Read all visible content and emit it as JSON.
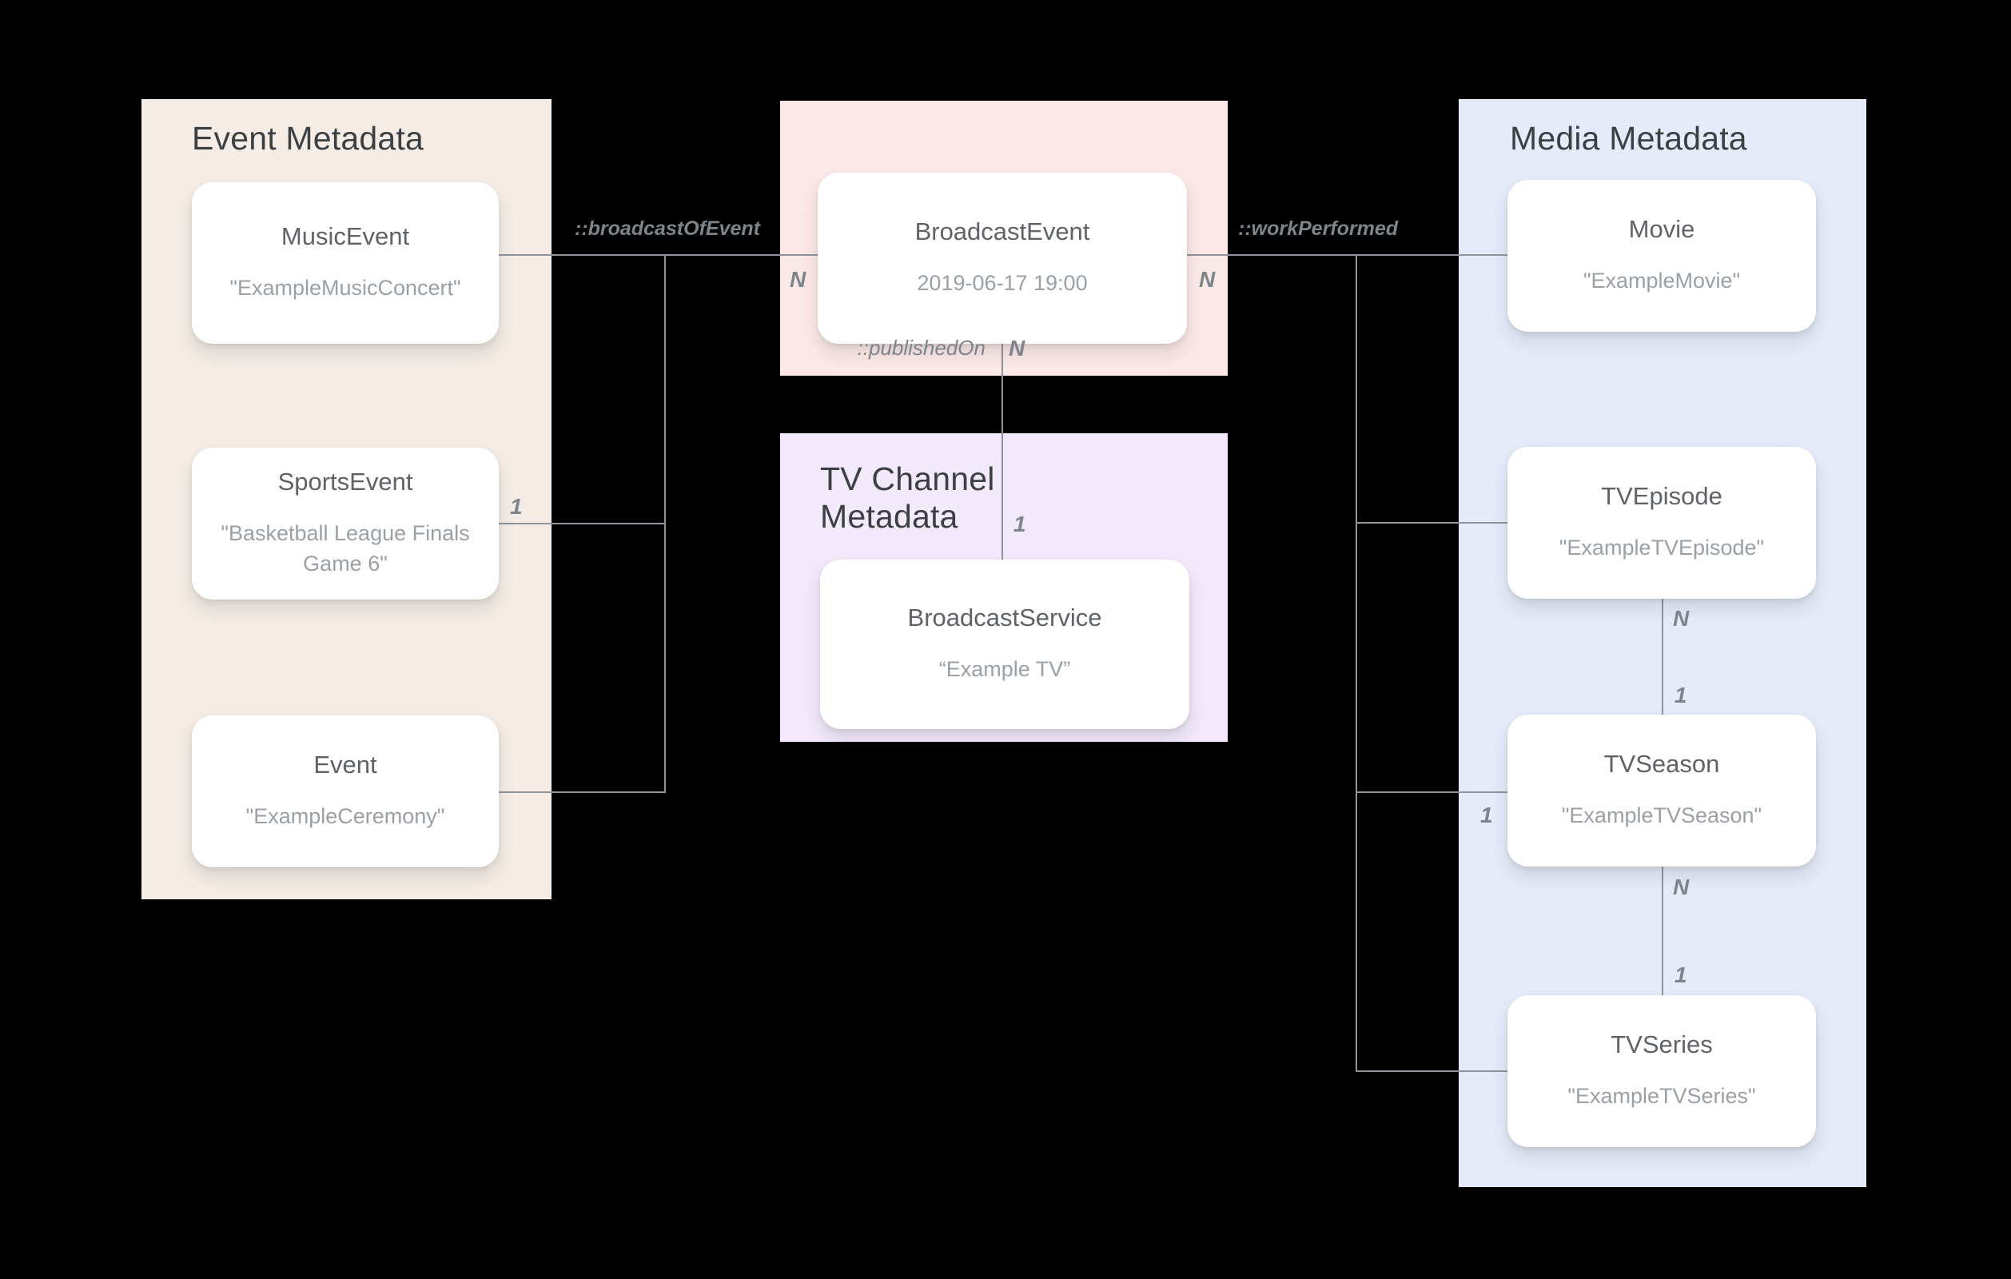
{
  "diagram": {
    "panels": {
      "event": {
        "title": "Event Metadata",
        "color": "#f4ece5"
      },
      "broadcast": {
        "title": "",
        "color": "#fce8e7"
      },
      "tv_channel": {
        "title": "TV Channel Metadata",
        "color": "#f2e9fa"
      },
      "media": {
        "title": "Media Metadata",
        "color": "#e6ebf9"
      }
    },
    "nodes": {
      "music_event": {
        "title": "MusicEvent",
        "value": "\"ExampleMusicConcert\""
      },
      "sports_event": {
        "title": "SportsEvent",
        "value": "\"Basketball League Finals\nGame 6\""
      },
      "event": {
        "title": "Event",
        "value": "\"ExampleCeremony\""
      },
      "broadcast_event": {
        "title": "BroadcastEvent",
        "value": "2019-06-17 19:00"
      },
      "broadcast_service": {
        "title": "BroadcastService",
        "value": "“Example TV”"
      },
      "movie": {
        "title": "Movie",
        "value": "\"ExampleMovie\""
      },
      "tv_episode": {
        "title": "TVEpisode",
        "value": "\"ExampleTVEpisode\""
      },
      "tv_season": {
        "title": "TVSeason",
        "value": "\"ExampleTVSeason\""
      },
      "tv_series": {
        "title": "TVSeries",
        "value": "\"ExampleTVSeries\""
      }
    },
    "relationships": {
      "broadcast_of_event": "::broadcastOfEvent",
      "work_performed": "::workPerformed",
      "published_on": "::publishedOn"
    },
    "cardinality": {
      "sports_one": "1",
      "broadcast_left_n": "N",
      "broadcast_right_n": "N",
      "published_n": "N",
      "published_one": "1",
      "season_link_one": "1",
      "episode_season_n": "N",
      "episode_season_one": "1",
      "season_series_n": "N",
      "season_series_one": "1"
    },
    "colors": {
      "background": "#000000",
      "connector": "#8f959a",
      "panel_title_text": "#3c4043",
      "node_title_text": "#5f6368",
      "node_value_text": "#9aa0a6",
      "label_text": "#7d848a",
      "card_background": "#ffffff"
    }
  }
}
